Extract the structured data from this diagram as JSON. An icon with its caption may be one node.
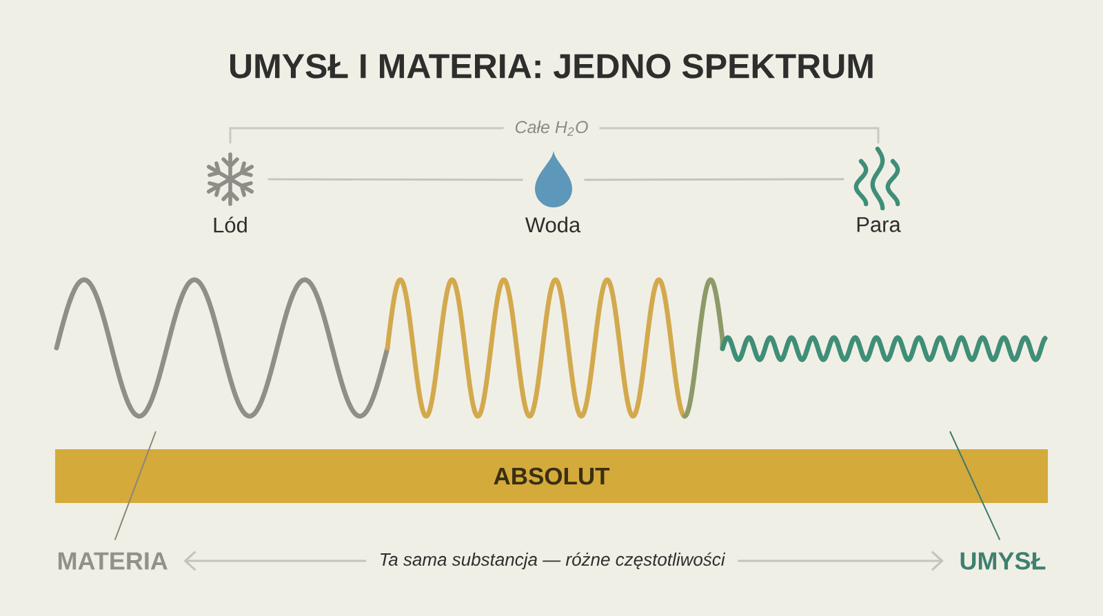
{
  "diagram": {
    "title": "UMYSŁ I MATERIA: JEDNO SPEKTRUM",
    "nodes": [
      {
        "text": [
          "Lód"
        ]
      },
      {
        "text": [
          "Woda"
        ]
      },
      {
        "text": [
          "Para"
        ]
      },
      {
        "text": [
          "ABSOLUT"
        ]
      },
      {
        "text": [
          "MATERIA"
        ]
      },
      {
        "text": [
          "UMYSŁ"
        ]
      }
    ],
    "edges": [
      {
        "from": 0,
        "to": 1,
        "arrow": "none"
      },
      {
        "from": 1,
        "to": 2,
        "arrow": "none"
      },
      {
        "from": 4,
        "to": null,
        "arrow": "none",
        "color": "#8c8577"
      },
      {
        "from": 5,
        "to": null,
        "arrow": "none",
        "color": "#3d7b6b"
      },
      {
        "from": 4,
        "to": 5,
        "arrow": "both",
        "label": "Ta sama substancja — różne częstotliwości"
      }
    ],
    "labels": [
      "Całe H$_{2}$O"
    ]
  }
}
